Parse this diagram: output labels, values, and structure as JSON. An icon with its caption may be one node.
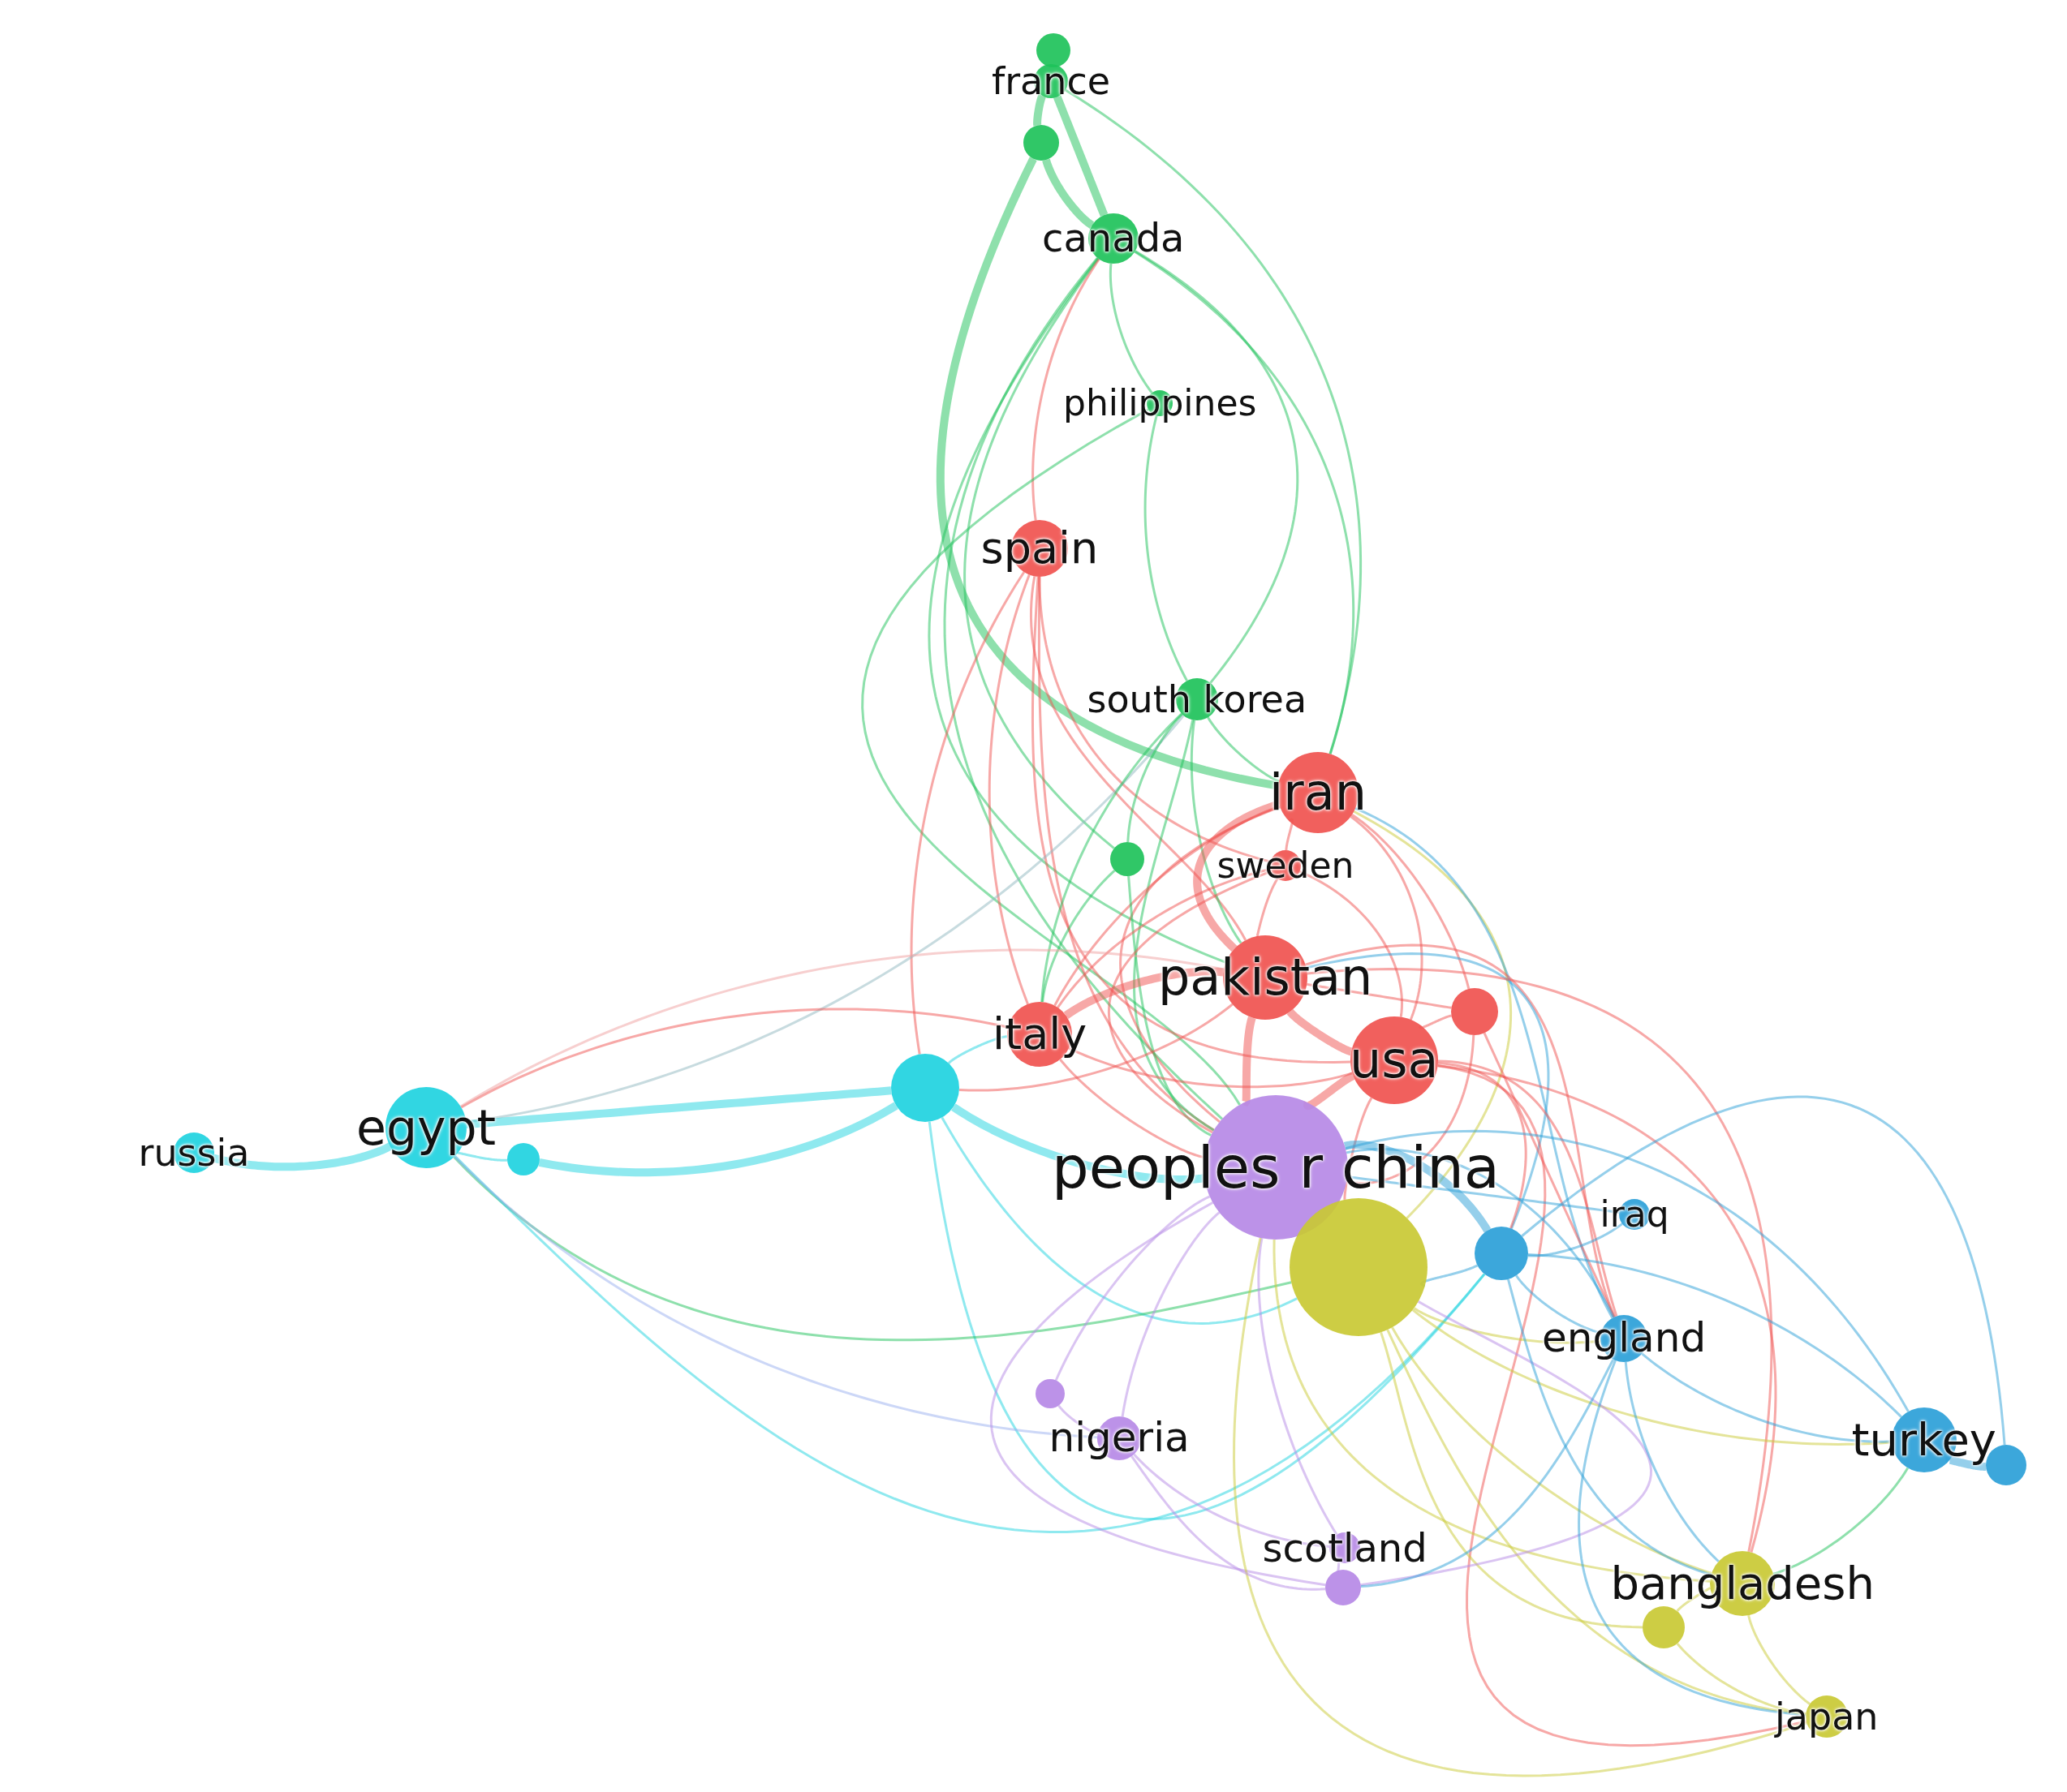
{
  "diagram": {
    "nodes": [
      {
        "text": [
          "france"
        ]
      },
      {
        "text": [],
        "shape": "circle"
      },
      {
        "text": [],
        "shape": "circle"
      },
      {
        "text": [
          "canada"
        ]
      },
      {
        "text": [
          "philippines"
        ]
      },
      {
        "text": [
          "spain"
        ]
      },
      {
        "text": [
          "south korea"
        ]
      },
      {
        "text": [
          "iran"
        ]
      },
      {
        "text": [],
        "shape": "circle"
      },
      {
        "text": [
          "sweden"
        ]
      },
      {
        "text": [
          "pakistan"
        ]
      },
      {
        "text": [],
        "shape": "circle"
      },
      {
        "text": [
          "italy"
        ]
      },
      {
        "text": [
          "usa"
        ]
      },
      {
        "text": [],
        "shape": "circle"
      },
      {
        "text": [
          "egypt"
        ]
      },
      {
        "text": [
          "russia"
        ]
      },
      {
        "text": [],
        "shape": "circle"
      },
      {
        "text": [
          "peoples r china"
        ]
      },
      {
        "text": [],
        "shape": "circle"
      },
      {
        "text": [],
        "shape": "circle"
      },
      {
        "text": [
          "iraq"
        ]
      },
      {
        "text": [
          "england"
        ]
      },
      {
        "text": [],
        "shape": "circle"
      },
      {
        "text": [
          "nigeria"
        ]
      },
      {
        "text": [
          "turkey"
        ]
      },
      {
        "text": [],
        "shape": "circle"
      },
      {
        "text": [
          "scotland"
        ]
      },
      {
        "text": [],
        "shape": "circle"
      },
      {
        "text": [
          "bangladesh"
        ]
      },
      {
        "text": [],
        "shape": "circle"
      },
      {
        "text": [
          "japan"
        ]
      }
    ],
    "edges": [
      {
        "from": 0,
        "to": 2,
        "arrow": "none",
        "style": "thick",
        "color": "#1ec25a"
      },
      {
        "from": 0,
        "to": 3,
        "arrow": "none",
        "style": "thick",
        "color": "#1ec25a"
      },
      {
        "from": 2,
        "to": 3,
        "arrow": "none",
        "style": "thick",
        "color": "#1ec25a"
      },
      {
        "from": 0,
        "to": 7,
        "arrow": "none",
        "color": "#1ec25a"
      },
      {
        "from": 2,
        "to": 7,
        "arrow": "none",
        "style": "thick",
        "color": "#1ec25a"
      },
      {
        "from": 3,
        "to": 4,
        "arrow": "none",
        "color": "#1ec25a"
      },
      {
        "from": 3,
        "to": 6,
        "arrow": "none",
        "color": "#1ec25a"
      },
      {
        "from": 3,
        "to": 7,
        "arrow": "none",
        "color": "#1ec25a"
      },
      {
        "from": 3,
        "to": 10,
        "arrow": "none",
        "color": "#1ec25a"
      },
      {
        "from": 3,
        "to": 18,
        "arrow": "none",
        "color": "#1ec25a"
      },
      {
        "from": 3,
        "to": 8,
        "arrow": "none",
        "color": "#1ec25a"
      },
      {
        "from": 3,
        "to": 5,
        "arrow": "none",
        "color": "#f0524f"
      },
      {
        "from": 4,
        "to": 6,
        "arrow": "none",
        "color": "#1ec25a"
      },
      {
        "from": 4,
        "to": 18,
        "arrow": "none",
        "color": "#1ec25a"
      },
      {
        "from": 5,
        "to": 12,
        "arrow": "none",
        "color": "#f0524f"
      },
      {
        "from": 5,
        "to": 10,
        "arrow": "none",
        "color": "#f0524f"
      },
      {
        "from": 5,
        "to": 13,
        "arrow": "none",
        "color": "#f0524f"
      },
      {
        "from": 5,
        "to": 18,
        "arrow": "none",
        "color": "#f0524f"
      },
      {
        "from": 5,
        "to": 9,
        "arrow": "none",
        "color": "#f0524f"
      },
      {
        "from": 5,
        "to": 14,
        "arrow": "none",
        "color": "#f0524f"
      },
      {
        "from": 15,
        "to": 6,
        "arrow": "none",
        "color": "#8fb8c0"
      },
      {
        "from": 6,
        "to": 7,
        "arrow": "none",
        "color": "#1ec25a"
      },
      {
        "from": 6,
        "to": 8,
        "arrow": "none",
        "color": "#1ec25a"
      },
      {
        "from": 6,
        "to": 12,
        "arrow": "none",
        "color": "#1ec25a"
      },
      {
        "from": 6,
        "to": 10,
        "arrow": "none",
        "color": "#1ec25a"
      },
      {
        "from": 6,
        "to": 18,
        "arrow": "none",
        "color": "#1ec25a"
      },
      {
        "from": 7,
        "to": 10,
        "arrow": "none",
        "style": "thick",
        "color": "#f0524f"
      },
      {
        "from": 7,
        "to": 13,
        "arrow": "none",
        "color": "#f0524f"
      },
      {
        "from": 7,
        "to": 18,
        "arrow": "none",
        "color": "#f0524f"
      },
      {
        "from": 7,
        "to": 11,
        "arrow": "none",
        "color": "#f0524f"
      },
      {
        "from": 7,
        "to": 19,
        "arrow": "none",
        "color": "#c9c934"
      },
      {
        "from": 7,
        "to": 22,
        "arrow": "none",
        "color": "#2b9fd8"
      },
      {
        "from": 7,
        "to": 9,
        "arrow": "none",
        "color": "#f0524f"
      },
      {
        "from": 7,
        "to": 12,
        "arrow": "none",
        "color": "#f0524f"
      },
      {
        "from": 8,
        "to": 12,
        "arrow": "none",
        "color": "#1ec25a"
      },
      {
        "from": 8,
        "to": 18,
        "arrow": "none",
        "color": "#1ec25a"
      },
      {
        "from": 9,
        "to": 10,
        "arrow": "none",
        "color": "#f0524f"
      },
      {
        "from": 9,
        "to": 13,
        "arrow": "none",
        "color": "#f0524f"
      },
      {
        "from": 9,
        "to": 18,
        "arrow": "none",
        "color": "#f0524f"
      },
      {
        "from": 9,
        "to": 12,
        "arrow": "none",
        "color": "#f0524f"
      },
      {
        "from": 10,
        "to": 13,
        "arrow": "none",
        "style": "thick",
        "color": "#f0524f"
      },
      {
        "from": 10,
        "to": 18,
        "arrow": "none",
        "style": "thick",
        "color": "#f0524f"
      },
      {
        "from": 10,
        "to": 12,
        "arrow": "none",
        "style": "thick",
        "color": "#f0524f"
      },
      {
        "from": 10,
        "to": 11,
        "arrow": "none",
        "color": "#f0524f"
      },
      {
        "from": 10,
        "to": 22,
        "arrow": "none",
        "color": "#f0524f"
      },
      {
        "from": 10,
        "to": 14,
        "arrow": "none",
        "color": "#f0524f"
      },
      {
        "from": 10,
        "to": 20,
        "arrow": "none",
        "color": "#2b9fd8"
      },
      {
        "from": 10,
        "to": 29,
        "arrow": "none",
        "color": "#f0524f"
      },
      {
        "from": 11,
        "to": 13,
        "arrow": "none",
        "color": "#f0524f"
      },
      {
        "from": 11,
        "to": 18,
        "arrow": "none",
        "color": "#f0524f"
      },
      {
        "from": 11,
        "to": 22,
        "arrow": "none",
        "color": "#f0524f"
      },
      {
        "from": 12,
        "to": 14,
        "arrow": "none",
        "color": "#1fd3e0"
      },
      {
        "from": 12,
        "to": 18,
        "arrow": "none",
        "color": "#f0524f"
      },
      {
        "from": 12,
        "to": 13,
        "arrow": "none",
        "color": "#f0524f"
      },
      {
        "from": 15,
        "to": 12,
        "arrow": "none",
        "color": "#f0524f"
      },
      {
        "from": 13,
        "to": 18,
        "arrow": "none",
        "style": "thick",
        "color": "#f0524f"
      },
      {
        "from": 13,
        "to": 19,
        "arrow": "none",
        "color": "#f0524f"
      },
      {
        "from": 13,
        "to": 20,
        "arrow": "none",
        "color": "#f0524f"
      },
      {
        "from": 13,
        "to": 29,
        "arrow": "none",
        "color": "#f0524f"
      },
      {
        "from": 13,
        "to": 22,
        "arrow": "none",
        "color": "#f0524f"
      },
      {
        "from": 13,
        "to": 31,
        "arrow": "none",
        "color": "#f0524f"
      },
      {
        "from": 15,
        "to": 14,
        "arrow": "none",
        "style": "thick",
        "color": "#1fd3e0"
      },
      {
        "from": 17,
        "to": 14,
        "arrow": "none",
        "style": "thick",
        "color": "#1fd3e0"
      },
      {
        "from": 14,
        "to": 18,
        "arrow": "none",
        "style": "thick",
        "color": "#1fd3e0"
      },
      {
        "from": 14,
        "to": 19,
        "arrow": "none",
        "color": "#1fd3e0"
      },
      {
        "from": 14,
        "to": 20,
        "arrow": "none",
        "color": "#1fd3e0"
      },
      {
        "from": 16,
        "to": 15,
        "arrow": "none",
        "style": "thick",
        "color": "#1fd3e0"
      },
      {
        "from": 15,
        "to": 17,
        "arrow": "none",
        "color": "#1fd3e0"
      },
      {
        "from": 15,
        "to": 10,
        "arrow": "none",
        "color": "#f0a0a0"
      },
      {
        "from": 15,
        "to": 19,
        "arrow": "none",
        "color": "#1ec25a"
      },
      {
        "from": 15,
        "to": 20,
        "arrow": "none",
        "color": "#1fd3e0"
      },
      {
        "from": 15,
        "to": 24,
        "arrow": "none",
        "color": "#9ab0f0"
      },
      {
        "from": 18,
        "to": 20,
        "arrow": "none",
        "style": "thick",
        "color": "#2b9fd8"
      },
      {
        "from": 18,
        "to": 21,
        "arrow": "none",
        "color": "#2b9fd8"
      },
      {
        "from": 18,
        "to": 22,
        "arrow": "none",
        "color": "#2b9fd8"
      },
      {
        "from": 18,
        "to": 23,
        "arrow": "none",
        "color": "#b689e6"
      },
      {
        "from": 18,
        "to": 24,
        "arrow": "none",
        "color": "#b689e6"
      },
      {
        "from": 18,
        "to": 27,
        "arrow": "none",
        "color": "#b689e6"
      },
      {
        "from": 18,
        "to": 28,
        "arrow": "none",
        "color": "#b689e6"
      },
      {
        "from": 18,
        "to": 29,
        "arrow": "none",
        "color": "#c9c934"
      },
      {
        "from": 18,
        "to": 31,
        "arrow": "none",
        "color": "#c9c934"
      },
      {
        "from": 18,
        "to": 25,
        "arrow": "none",
        "color": "#2b9fd8"
      },
      {
        "from": 19,
        "to": 20,
        "arrow": "none",
        "color": "#2b9fd8"
      },
      {
        "from": 19,
        "to": 22,
        "arrow": "none",
        "color": "#c9c934"
      },
      {
        "from": 19,
        "to": 29,
        "arrow": "none",
        "color": "#c9c934"
      },
      {
        "from": 19,
        "to": 30,
        "arrow": "none",
        "color": "#c9c934"
      },
      {
        "from": 19,
        "to": 31,
        "arrow": "none",
        "color": "#c9c934"
      },
      {
        "from": 19,
        "to": 25,
        "arrow": "none",
        "color": "#c9c934"
      },
      {
        "from": 19,
        "to": 28,
        "arrow": "none",
        "color": "#b689e6"
      },
      {
        "from": 20,
        "to": 21,
        "arrow": "none",
        "color": "#2b9fd8"
      },
      {
        "from": 20,
        "to": 22,
        "arrow": "none",
        "color": "#2b9fd8"
      },
      {
        "from": 20,
        "to": 25,
        "arrow": "none",
        "color": "#2b9fd8"
      },
      {
        "from": 20,
        "to": 26,
        "arrow": "none",
        "color": "#2b9fd8"
      },
      {
        "from": 20,
        "to": 29,
        "arrow": "none",
        "color": "#2b9fd8"
      },
      {
        "from": 22,
        "to": 25,
        "arrow": "none",
        "color": "#2b9fd8"
      },
      {
        "from": 22,
        "to": 29,
        "arrow": "none",
        "color": "#2b9fd8"
      },
      {
        "from": 22,
        "to": 31,
        "arrow": "none",
        "color": "#2b9fd8"
      },
      {
        "from": 23,
        "to": 24,
        "arrow": "none",
        "color": "#b689e6"
      },
      {
        "from": 24,
        "to": 27,
        "arrow": "none",
        "color": "#b689e6"
      },
      {
        "from": 24,
        "to": 28,
        "arrow": "none",
        "color": "#b689e6"
      },
      {
        "from": 27,
        "to": 28,
        "arrow": "none",
        "color": "#b689e6"
      },
      {
        "from": 28,
        "to": 22,
        "arrow": "none",
        "color": "#2b9fd8"
      },
      {
        "from": 25,
        "to": 26,
        "arrow": "none",
        "style": "thick",
        "color": "#2b9fd8"
      },
      {
        "from": 29,
        "to": 25,
        "arrow": "none",
        "color": "#1ec25a"
      },
      {
        "from": 29,
        "to": 30,
        "arrow": "none",
        "color": "#c9c934"
      },
      {
        "from": 29,
        "to": 31,
        "arrow": "none",
        "color": "#c9c934"
      },
      {
        "from": 30,
        "to": 31,
        "arrow": "none",
        "color": "#c9c934"
      }
    ]
  }
}
